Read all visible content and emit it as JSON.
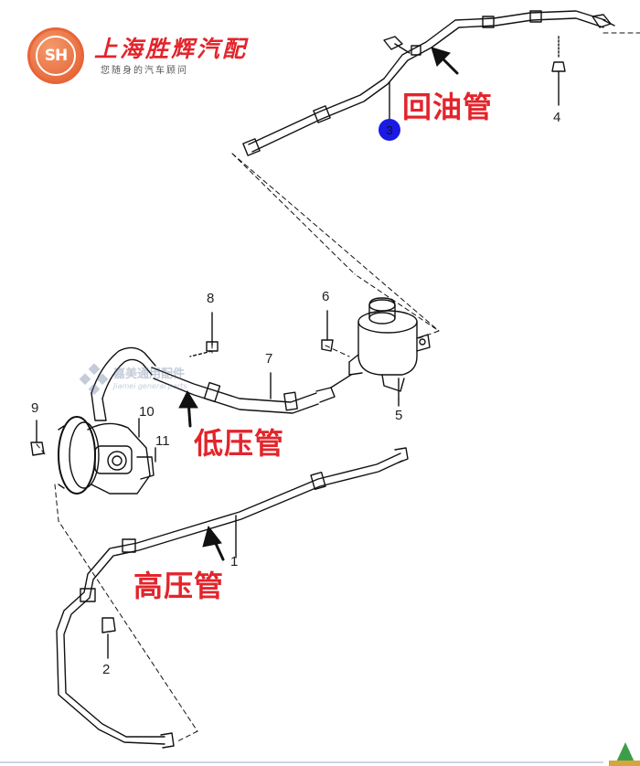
{
  "brand": {
    "logo_text": "SH",
    "name": "上海胜辉汽配",
    "slogan": "您随身的汽车顾问",
    "colors": {
      "accent": "#e3242b",
      "logo": "#e8643a"
    }
  },
  "watermark": {
    "text_cn": "嘉美通用配件",
    "text_en": "Jiamei general parts"
  },
  "callouts": {
    "return_pipe": "回油管",
    "low_pressure_pipe": "低压管",
    "high_pressure_pipe": "高压管"
  },
  "part_numbers": {
    "p1": "1",
    "p2": "2",
    "p3": "3",
    "p4": "4",
    "p5": "5",
    "p6": "6",
    "p7": "7",
    "p8": "8",
    "p9": "9",
    "p10": "10",
    "p11": "11"
  },
  "highlight_color": "#1a1ae6"
}
